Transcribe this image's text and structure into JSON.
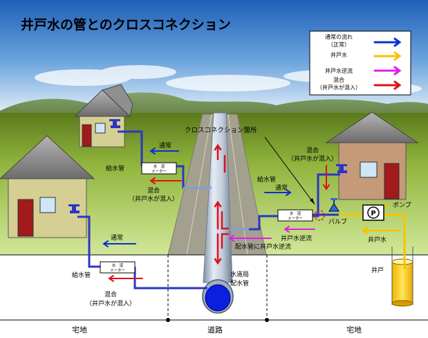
{
  "title": "井戸水の管とのクロスコネクション",
  "legend": {
    "items": [
      {
        "label_lines": [
          "通常の流れ",
          "（正常）"
        ],
        "color": "#0a2fd6"
      },
      {
        "label_lines": [
          "井戸水"
        ],
        "color": "#f5c400"
      },
      {
        "label_lines": [
          "井戸水逆流"
        ],
        "color": "#e01ee6"
      },
      {
        "label_lines": [
          "混合",
          "（井戸水が混入）"
        ],
        "color": "#e0101a"
      }
    ]
  },
  "labels": {
    "cross_connection": "クロスコネクション箇所",
    "left_top_normal": "通常",
    "left_top_supply_pipe": "給水管",
    "left_top_mix": [
      "混合",
      "（井戸水が混入）"
    ],
    "left_bottom_normal": "通常",
    "left_bottom_supply_pipe": "給水管",
    "left_bottom_mix": [
      "混合",
      "（井戸水が混入）"
    ],
    "right_mix": [
      "混合",
      "（井戸水が混入）"
    ],
    "right_supply_pipe": "給水管",
    "right_normal": "通常",
    "pump": "ポンプ",
    "pump_symbol": "P",
    "valve": "バルブ",
    "well_backflow": "井戸水逆流",
    "main_backflow": "配水管に井戸水逆流",
    "well_water": "井戸水",
    "well": "井戸",
    "main_pipe": [
      "水道局",
      "配水管"
    ],
    "meter": [
      "水　道",
      "メーター"
    ]
  },
  "ground_labels": {
    "left": "宅地",
    "center": "道路",
    "right": "宅地"
  },
  "colors": {
    "sky_top": "#1e5fb8",
    "sky_bottom": "#dbeaf6",
    "field_top": "#6d8a2a",
    "field_bottom": "#c9e08a",
    "road": "#a3a08f",
    "normal_flow": "#0a2fd6",
    "well_water": "#f5c400",
    "backflow": "#e01ee6",
    "mix": "#e0101a",
    "service_pipe": "#2a35c8",
    "main_pipe": "#a9b9cc"
  }
}
